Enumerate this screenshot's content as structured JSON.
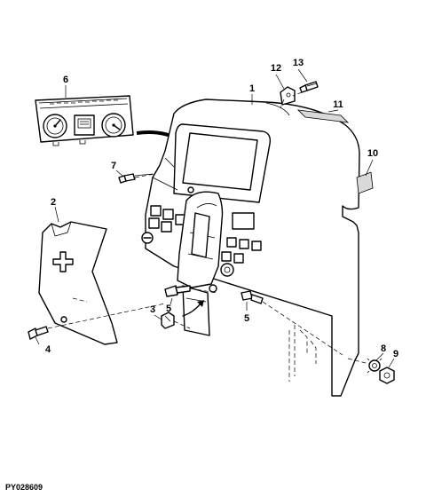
{
  "diagram": {
    "figure_id": "PY028609",
    "callouts": [
      {
        "id": "c1",
        "label": "1"
      },
      {
        "id": "c2",
        "label": "2"
      },
      {
        "id": "c3",
        "label": "3"
      },
      {
        "id": "c4",
        "label": "4"
      },
      {
        "id": "c5a",
        "label": "5"
      },
      {
        "id": "c5b",
        "label": "5"
      },
      {
        "id": "c6",
        "label": "6"
      },
      {
        "id": "c7",
        "label": "7"
      },
      {
        "id": "c8",
        "label": "8"
      },
      {
        "id": "c9",
        "label": "9"
      },
      {
        "id": "c10",
        "label": "10"
      },
      {
        "id": "c11",
        "label": "11"
      },
      {
        "id": "c12",
        "label": "12"
      },
      {
        "id": "c13",
        "label": "13"
      }
    ],
    "colors": {
      "line": "#000000",
      "background": "#ffffff",
      "shade": "#d9d9d9"
    }
  }
}
